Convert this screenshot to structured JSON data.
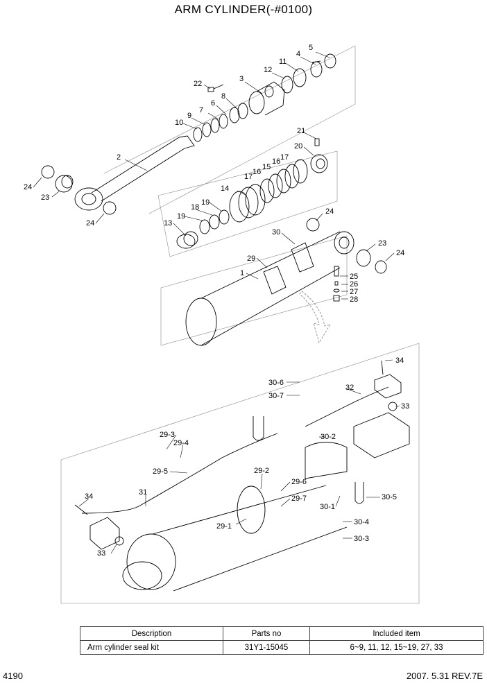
{
  "title": "ARM CYLINDER(-#0100)",
  "callouts": {
    "c1": "1",
    "c2": "2",
    "c3": "3",
    "c4": "4",
    "c5": "5",
    "c6": "6",
    "c7": "7",
    "c8": "8",
    "c9": "9",
    "c10": "10",
    "c11": "11",
    "c12": "12",
    "c13": "13",
    "c14": "14",
    "c15": "15",
    "c16a": "16",
    "c16b": "16",
    "c17a": "17",
    "c17b": "17",
    "c18": "18",
    "c19a": "19",
    "c19b": "19",
    "c20": "20",
    "c21": "21",
    "c22": "22",
    "c23a": "23",
    "c23b": "23",
    "c24a": "24",
    "c24b": "24",
    "c24c": "24",
    "c24d": "24",
    "c25": "25",
    "c26": "26",
    "c27": "27",
    "c28": "28",
    "c29": "29",
    "c30": "30",
    "c31": "31",
    "c32": "32",
    "c33a": "33",
    "c33b": "33",
    "c34a": "34",
    "c34b": "34",
    "c29_1": "29-1",
    "c29_2": "29-2",
    "c29_3": "29-3",
    "c29_4": "29-4",
    "c29_5": "29-5",
    "c29_6": "29-6",
    "c29_7": "29-7",
    "c30_1": "30-1",
    "c30_2": "30-2",
    "c30_3": "30-3",
    "c30_4": "30-4",
    "c30_5": "30-5",
    "c30_6": "30-6",
    "c30_7": "30-7"
  },
  "table": {
    "headers": [
      "Description",
      "Parts no",
      "Included item"
    ],
    "rows": [
      [
        "Arm cylinder seal kit",
        "31Y1-15045",
        "6~9, 11, 12, 15~19, 27, 33"
      ]
    ]
  },
  "page_number": "4190",
  "revision": "2007. 5.31  REV.7E"
}
